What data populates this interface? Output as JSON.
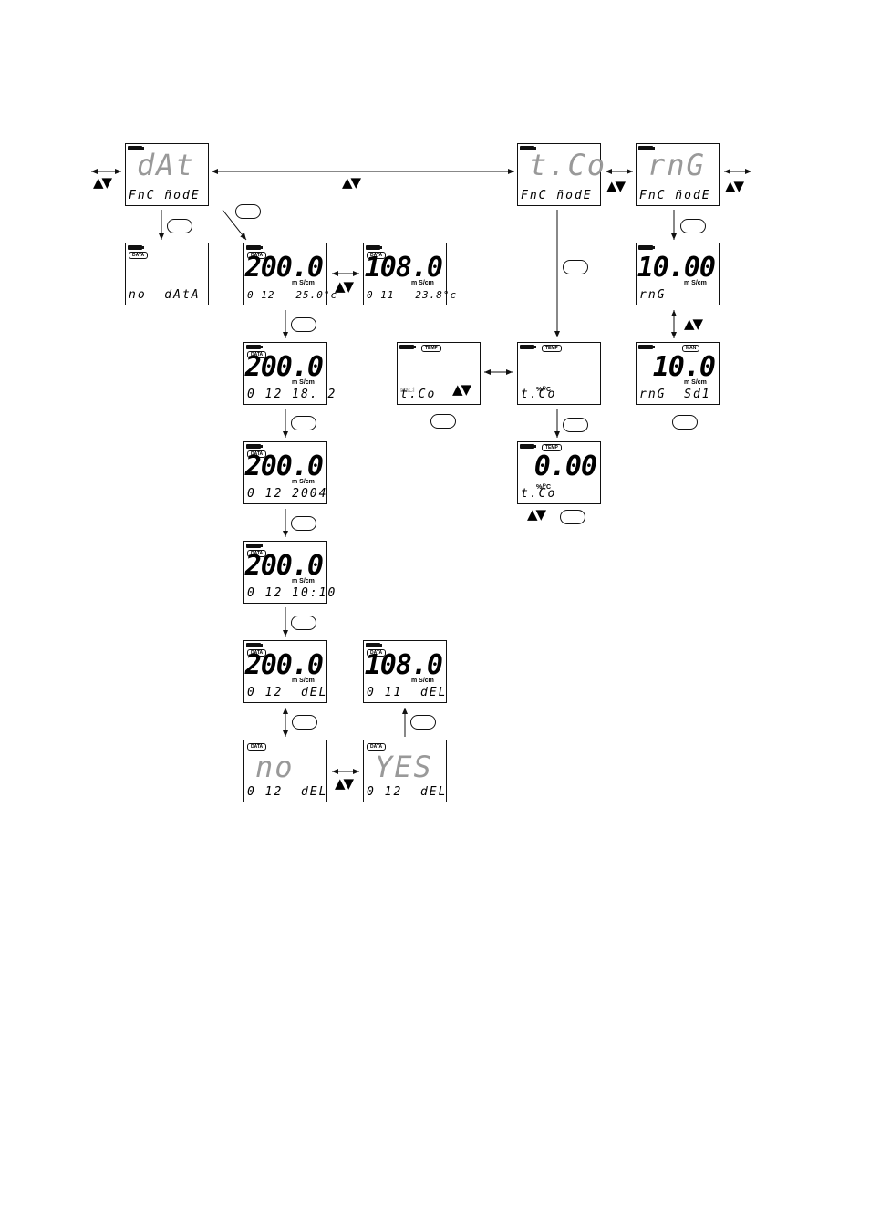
{
  "screens": {
    "dat": {
      "main": "dAt",
      "bottom": "FnC ñodE"
    },
    "nodata": {
      "badge": "DATA",
      "bottom": "no  dAtA"
    },
    "d1": {
      "badge": "DATA",
      "main": "200.0",
      "unit": "m S/cm",
      "bottom": "0 12   25.0°c"
    },
    "d1b": {
      "badge": "DATA",
      "main": "108.0",
      "unit": "m S/cm",
      "bottom": "0 11   23.8°c"
    },
    "d2": {
      "badge": "DATA",
      "main": "200.0",
      "unit": "m S/cm",
      "bottom": "0 12 18. 2"
    },
    "d3": {
      "badge": "DATA",
      "main": "200.0",
      "unit": "m S/cm",
      "bottom": "0 12 2004"
    },
    "d4": {
      "badge": "DATA",
      "main": "200.0",
      "unit": "m S/cm",
      "bottom": "0 12 10:10"
    },
    "d5": {
      "badge": "DATA",
      "main": "200.0",
      "unit": "m S/cm",
      "bottom": "0 12  dEL"
    },
    "d5b": {
      "badge": "DATA",
      "main": "108.0",
      "unit": "m S/cm",
      "bottom": "0 11  dEL"
    },
    "no": {
      "badge": "DATA",
      "main": "no",
      "bottom": "0 12  dEL"
    },
    "yes": {
      "badge": "DATA",
      "main": "YES",
      "bottom": "0 12  dEL"
    },
    "tco": {
      "main": "t.Co",
      "bottom": "FnC ñodE"
    },
    "tco_nacl": {
      "badge": "TEMP",
      "side": "NaCl",
      "bottom": "t.Co"
    },
    "tco_pct": {
      "badge": "TEMP",
      "unit": "%/°C",
      "bottom": "t.Co"
    },
    "tco_val": {
      "badge": "TEMP",
      "main": "0.00",
      "unit": "%/°C",
      "bottom": "t.Co"
    },
    "rng": {
      "main": "rnG",
      "bottom": "FnC ñodE"
    },
    "rng1": {
      "main": "10.00",
      "unit": "m S/cm",
      "bottom": "rnG"
    },
    "rng2": {
      "badge": "MAN",
      "main": "10.0",
      "unit": "m S/cm",
      "bottom": "rnG  Sd1"
    }
  },
  "updown_symbol": "▲▼"
}
